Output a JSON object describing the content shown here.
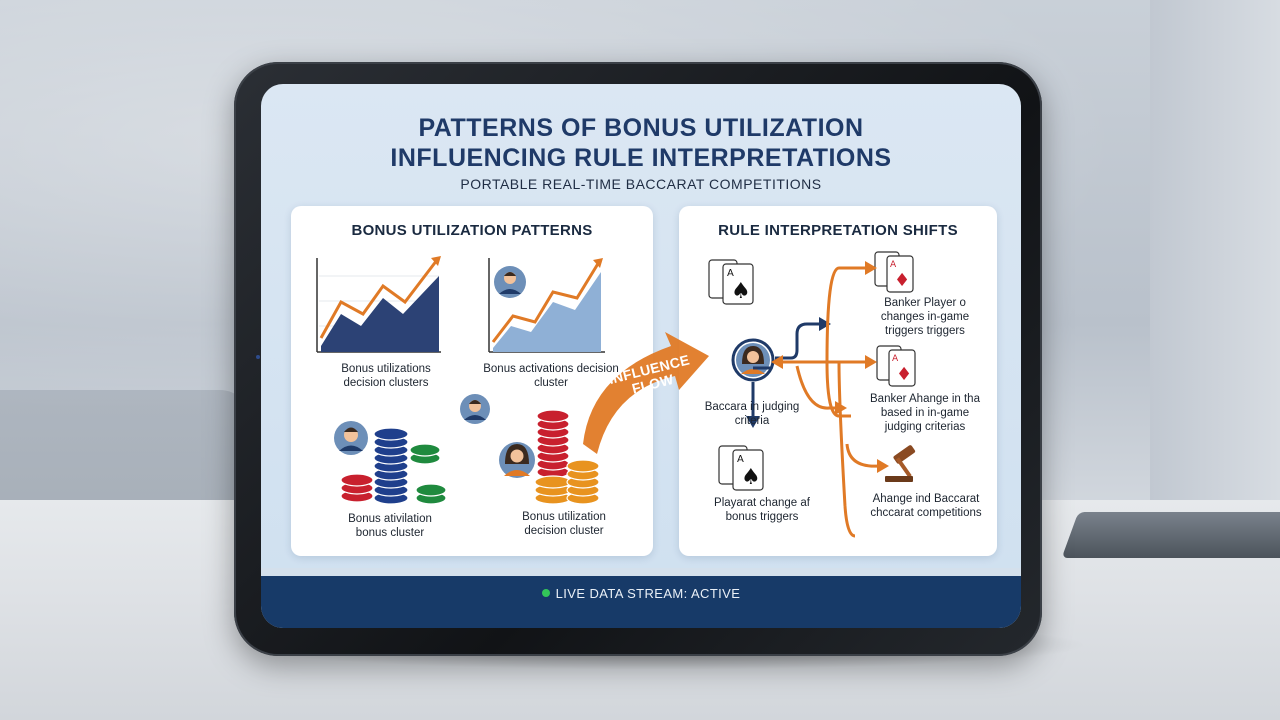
{
  "screen": {
    "title_line1": "PATTERNS OF BONUS UTILIZATION",
    "title_line2": "INFLUENCING RULE INTERPRETATIONS",
    "subtitle": "PORTABLE REAL-TIME BACCARAT COMPETITIONS"
  },
  "left_panel": {
    "title": "BONUS UTILIZATION PATTERNS",
    "labels": {
      "chart1": "Bonus utilizations decision clusters",
      "chart2": "Bonus activations decision cluster",
      "chips1": "Bonus ativilation bonus cluster",
      "chips2": "Bonus utilization decision cluster"
    }
  },
  "flow": {
    "label_line1": "INFLUENCE",
    "label_line2": "FLOW"
  },
  "right_panel": {
    "title": "RULE INTERPRETATION SHIFTS",
    "labels": {
      "cards_top_left": "Baccara in judging criteria",
      "cards_bottom": "Playarat change af bonus triggers",
      "banker1": "Banker Player o changes in-game triggers triggers",
      "banker2": "Banker Ahange in tha based in in-game judging criterias",
      "gavel": "Ahange ind Baccarat chccarat competitions"
    }
  },
  "status_bar": {
    "text": "LIVE DATA STREAM: ACTIVE",
    "status_color": "#33c759"
  },
  "colors": {
    "accent_orange": "#e07a26",
    "navy": "#1f3a68",
    "chart_fill": "#2c4275"
  },
  "icons": [
    "person-icon",
    "poker-chip-icon",
    "playing-card-icon",
    "gavel-icon",
    "arrow-icon"
  ]
}
